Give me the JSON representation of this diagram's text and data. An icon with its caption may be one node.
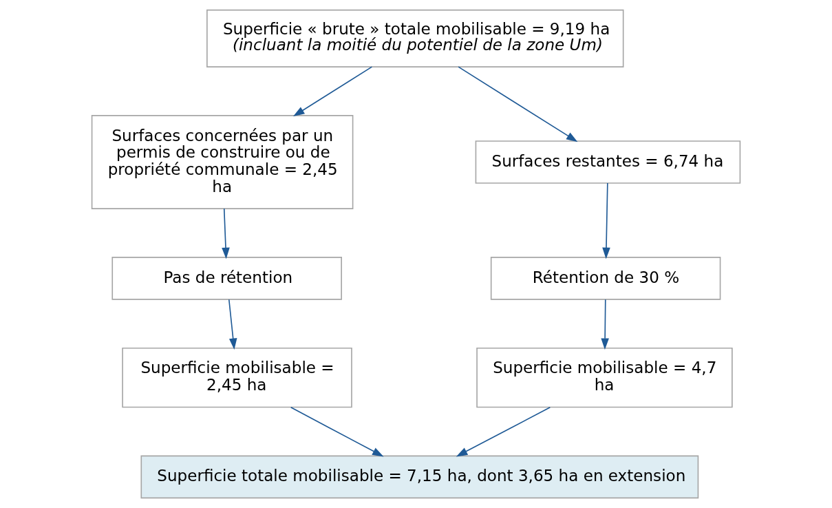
{
  "diagram": {
    "nodes": [
      {
        "text": [
          "Superficie « brute » totale mobilisable = 9,19 ha",
          "(incluant la moitié du potentiel de la zone Um)"
        ]
      },
      {
        "text": [
          "Surfaces concernées par un permis de construire ou de propriété communale = 2,45 ha"
        ]
      },
      {
        "text": [
          "Surfaces restantes = 6,74 ha"
        ]
      },
      {
        "text": [
          "Pas de rétention"
        ]
      },
      {
        "text": [
          "Rétention de 30 %"
        ]
      },
      {
        "text": [
          "Superficie mobilisable = 2,45 ha"
        ]
      },
      {
        "text": [
          "Superficie mobilisable = 4,7 ha"
        ]
      },
      {
        "text": [
          "Superficie totale mobilisable = 7,15 ha, dont 3,65 ha en extension"
        ]
      }
    ],
    "edges": [
      {
        "from": 0,
        "to": 1,
        "arrow": "to"
      },
      {
        "from": 0,
        "to": 2,
        "arrow": "to"
      },
      {
        "from": 1,
        "to": 3,
        "arrow": "to"
      },
      {
        "from": 2,
        "to": 4,
        "arrow": "to"
      },
      {
        "from": 3,
        "to": 5,
        "arrow": "to"
      },
      {
        "from": 4,
        "to": 6,
        "arrow": "to"
      },
      {
        "from": 5,
        "to": 7,
        "arrow": "to"
      },
      {
        "from": 6,
        "to": 7,
        "arrow": "to"
      }
    ]
  }
}
